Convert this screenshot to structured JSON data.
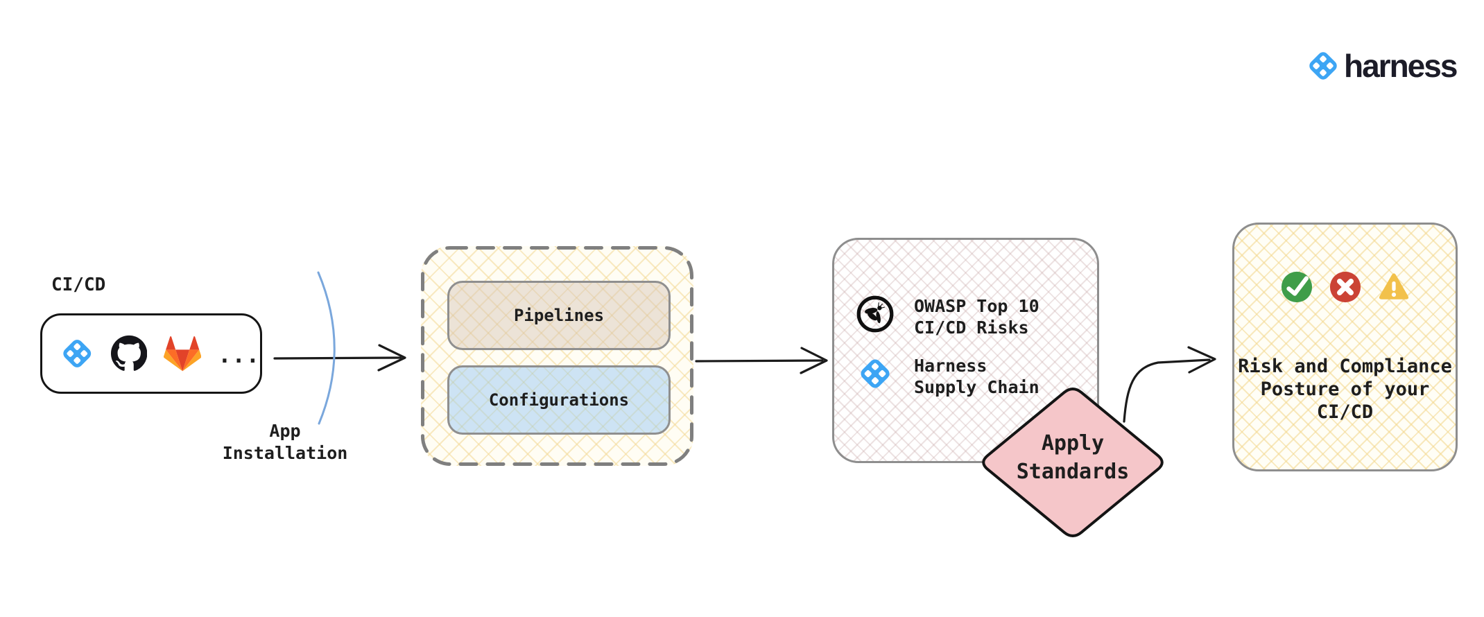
{
  "brand": {
    "wordmark": "harness"
  },
  "colors": {
    "harness_blue": "#3DA5F4",
    "diamond_pink": "#F5C6C9",
    "check_green": "#3F9D49",
    "error_red": "#CB4335",
    "warning_amber": "#F2C14B",
    "hatch_yellow": "#F3D996",
    "hatch_rose": "#CBADAD",
    "arrow_black": "#1B1B1B",
    "arc_blue": "#7AA7DC",
    "border_gray": "#8E8E8E"
  },
  "cicd_group": {
    "label": "CI/CD",
    "icons": [
      "harness-logo",
      "github-logo",
      "gitlab-logo"
    ],
    "ellipsis": "..."
  },
  "app_installation": {
    "line1": "App",
    "line2": "Installation"
  },
  "scope_box": {
    "pipelines_label": "Pipelines",
    "configurations_label": "Configurations"
  },
  "standards_box": {
    "owasp": {
      "icon": "owasp-logo",
      "line1": "OWASP Top 10",
      "line2": "CI/CD Risks"
    },
    "harness_supply_chain": {
      "icon": "harness-logo",
      "line1": "Harness",
      "line2": "Supply Chain"
    }
  },
  "apply_standards": {
    "line1": "Apply",
    "line2": "Standards"
  },
  "posture_box": {
    "icons": [
      "check-icon",
      "cross-icon",
      "warning-icon"
    ],
    "line1": "Risk and Compliance",
    "line2": "Posture of your",
    "line3": "CI/CD"
  }
}
